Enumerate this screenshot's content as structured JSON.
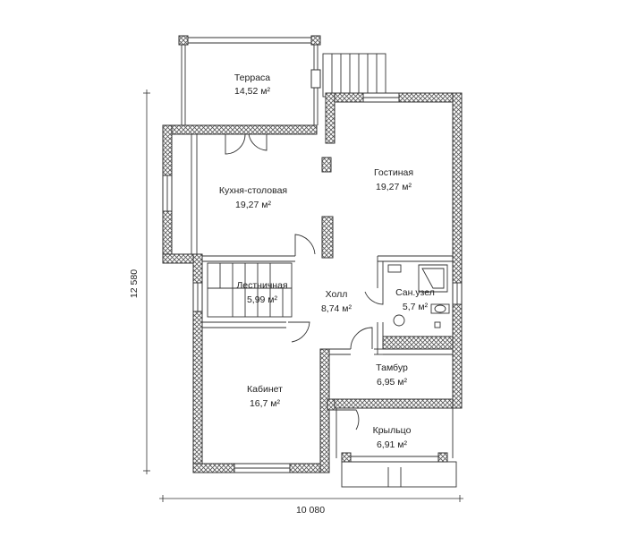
{
  "dimensions": {
    "width_label": "10 080",
    "height_label": "12 580"
  },
  "rooms": [
    {
      "name": "Терраса",
      "area": "14,52 м²"
    },
    {
      "name": "Гостиная",
      "area": "19,27 м²"
    },
    {
      "name": "Кухня-столовая",
      "area": "19,27 м²"
    },
    {
      "name": "Лестничная",
      "area": "5,99 м²"
    },
    {
      "name": "Холл",
      "area": "8,74 м²"
    },
    {
      "name": "Сан.узел",
      "area": "5,7 м²"
    },
    {
      "name": "Тамбур",
      "area": "6,95 м²"
    },
    {
      "name": "Кабинет",
      "area": "16,7 м²"
    },
    {
      "name": "Крыльцо",
      "area": "6,91 м²"
    }
  ]
}
